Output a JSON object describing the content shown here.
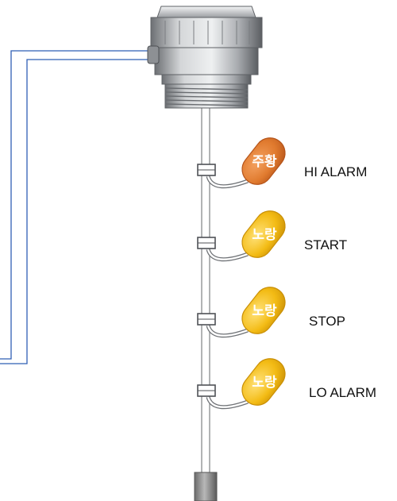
{
  "floats": [
    {
      "color_text": "주황",
      "color": "#e07a2e",
      "shade": "#b5541a",
      "function_label": "HI ALARM"
    },
    {
      "color_text": "노랑",
      "color": "#f3bb14",
      "shade": "#c98f06",
      "function_label": "START"
    },
    {
      "color_text": "노랑",
      "color": "#f3bb14",
      "shade": "#c98f06",
      "function_label": "STOP"
    },
    {
      "color_text": "노랑",
      "color": "#f3bb14",
      "shade": "#c98f06",
      "function_label": "LO ALARM"
    }
  ],
  "colors": {
    "cable": "#2f5fb5",
    "housing": "#b7b9bc",
    "weight": "#8a8a8a"
  }
}
